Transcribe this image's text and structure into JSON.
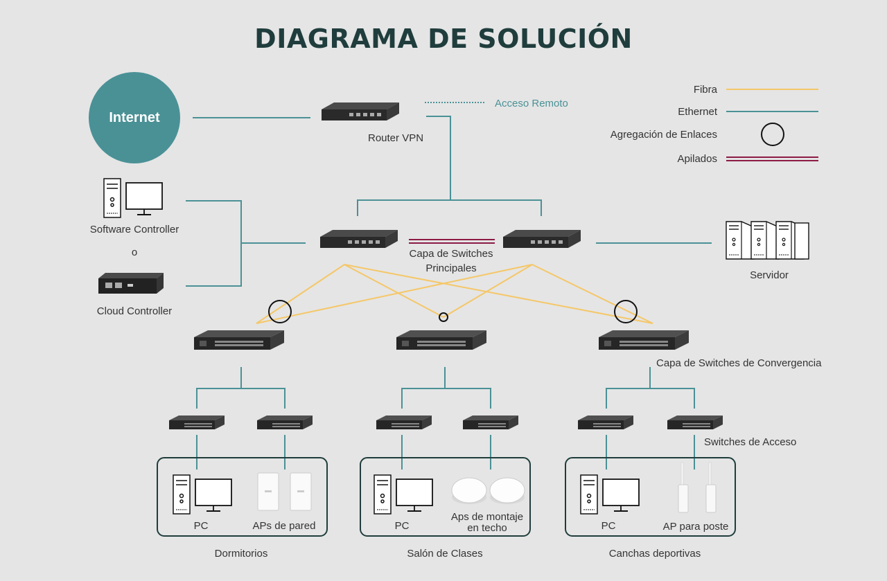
{
  "title": "DIAGRAMA DE SOLUCIÓN",
  "internet": "Internet",
  "router": {
    "label": "Router VPN",
    "remote_access": "Acceso Remoto"
  },
  "controllers": {
    "software": "Software Controller",
    "or": "o",
    "cloud": "Cloud Controller"
  },
  "core_layer": {
    "label_line1": "Capa de Switches",
    "label_line2": "Principales"
  },
  "server": "Servidor",
  "convergence_layer": "Capa de Switches de Convergencia",
  "access_layer": "Switches de Acceso",
  "legend": {
    "fiber": "Fibra",
    "ethernet": "Ethernet",
    "aggregation": "Agregación de Enlaces",
    "stacked": "Apilados"
  },
  "colors": {
    "fiber": "#f5c768",
    "ethernet": "#4a9196",
    "stacked": "#8b1a44",
    "title": "#1f3d3c"
  },
  "groups": [
    {
      "name": "Dormitorios",
      "device_a": "PC",
      "device_b": "APs de pared"
    },
    {
      "name": "Salón de Clases",
      "device_a": "PC",
      "device_b_line1": "Aps de montaje",
      "device_b_line2": "en techo"
    },
    {
      "name": "Canchas deportivas",
      "device_a": "PC",
      "device_b": "AP para poste"
    }
  ]
}
